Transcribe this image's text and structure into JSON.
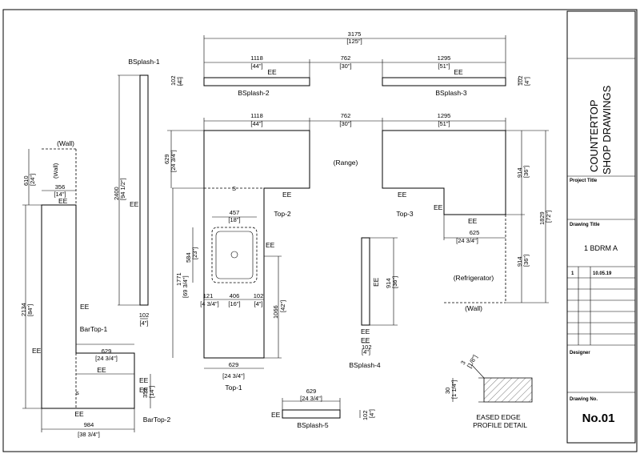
{
  "title_block": {
    "heading_line1": "COUNTERTOP",
    "heading_line2": "SHOP DRAWINGS",
    "project_title_label": "Project Title",
    "drawing_title_label": "Drawing Title",
    "drawing_title_value": "1 BDRM A",
    "revision_number": "1",
    "revision_date": "10.05.19",
    "designer_label": "Designer",
    "drawing_no_label": "Drawing No.",
    "drawing_no_value": "No.01"
  },
  "labels": {
    "bsplash1": "BSplash-1",
    "bsplash2": "BSplash-2",
    "bsplash3": "BSplash-3",
    "bsplash4": "BSplash-4",
    "bsplash5": "BSplash-5",
    "top1": "Top-1",
    "top2": "Top-2",
    "top3": "Top-3",
    "bartop1": "BarTop-1",
    "bartop2": "BarTop-2",
    "range": "(Range)",
    "refrigerator": "(Refrigerator)",
    "wall": "(Wall)",
    "wall_vertical": "(Wall)",
    "wall_bottom": "(Wall)",
    "edge_mark": "EE",
    "sink_mark": "S",
    "detail_line1": "EASED EDGE",
    "detail_line2": "PROFILE DETAIL"
  },
  "dimensions": {
    "overall_mm": "3175",
    "overall_in": "[125\"]",
    "d1118_mm": "1118",
    "d1118_in": "[44\"]",
    "d762_mm": "762",
    "d762_in": "[30\"]",
    "d1295_mm": "1295",
    "d1295_in": "[51\"]",
    "d102_mm": "102",
    "d102_in": "[4\"]",
    "d629_mm": "629",
    "d629_in": "[24 3/4\"]",
    "d2400_mm": "2400",
    "d2400_in": "[94 1/2\"]",
    "d610_mm": "610",
    "d610_in": "[24\"]",
    "d356_mm": "356",
    "d356_in": "[14\"]",
    "d2134_mm": "2134",
    "d2134_in": "[84\"]",
    "d457_mm": "457",
    "d457_in": "[18\"]",
    "d584_mm": "584",
    "d584_in": "[23\"]",
    "d1771_mm": "1771",
    "d1771_in": "[69 3/4\"]",
    "d121_mm": "121",
    "d121_in": "[4 3/4\"]",
    "d406_mm": "406",
    "d406_in": "[16\"]",
    "d1066_mm": "1066",
    "d1066_in": "[42\"]",
    "d914_mm": "914",
    "d914_in": "[36\"]",
    "d1829_mm": "1829",
    "d1829_in": "[72\"]",
    "d625_mm": "625",
    "d625_in": "[24 3/4\"]",
    "d352_mm": "352",
    "d352_in": "[14\"]",
    "d984_mm": "984",
    "d984_in": "[38 3/4\"]",
    "d30_mm": "30",
    "d30_in": "[1 1/4\"]",
    "d3_mm": "3",
    "d3_in": "[1/8\"]"
  }
}
